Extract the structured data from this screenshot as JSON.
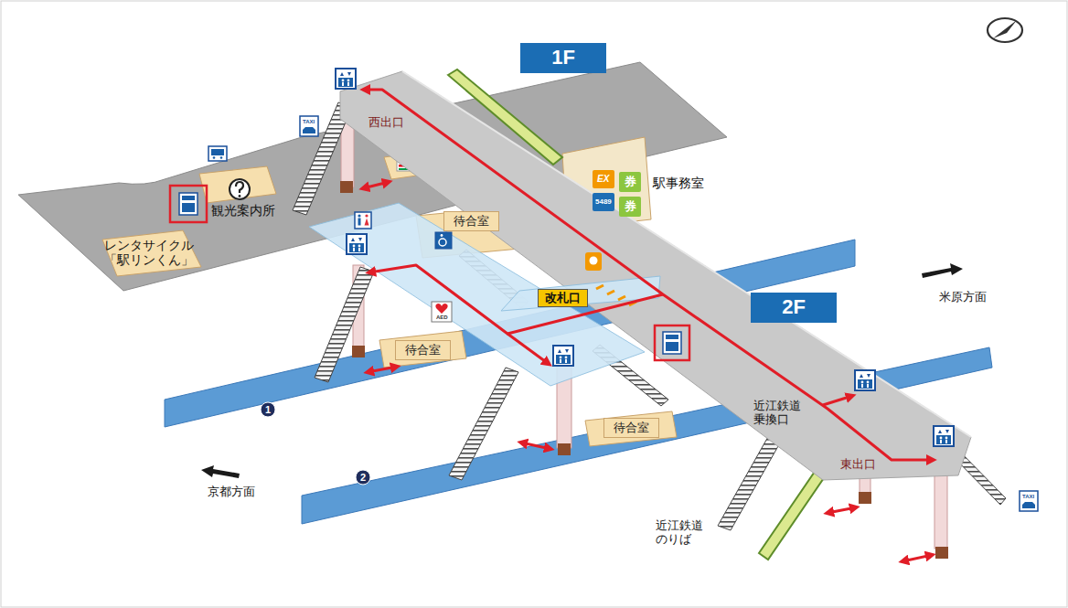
{
  "diagram": {
    "nodes": [
      {
        "text": [
          "1F"
        ]
      },
      {
        "text": [
          "2F"
        ]
      },
      {
        "text": [
          "改札口"
        ]
      },
      {
        "text": [
          "待合室"
        ]
      },
      {
        "text": [
          "待合室"
        ]
      },
      {
        "text": [
          "待合室"
        ]
      }
    ],
    "labels": [
      "西出口",
      "観光案内所",
      "レンタサイクル 「駅リンくん」",
      "駅事務室",
      "米原方面",
      "近江鉄道 乗換口",
      "東出口",
      "近江鉄道 のりば",
      "京都方面",
      "1",
      "2",
      "TAXI",
      "TAXI",
      "EX",
      "券",
      "5489",
      "券",
      "AED"
    ]
  }
}
